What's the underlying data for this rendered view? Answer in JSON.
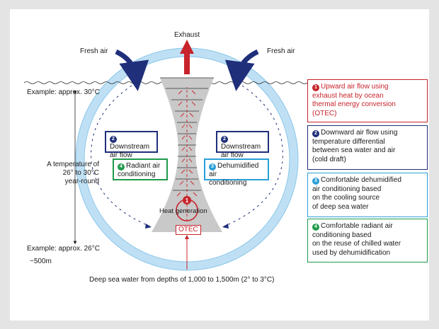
{
  "labels": {
    "exhaust": "Exhaust",
    "fresh_air_left": "Fresh air",
    "fresh_air_right": "Fresh air",
    "surface_temp": "Example: approx. 30°C",
    "temp_range": [
      "A temperature of",
      "26° to 30°C",
      "year-round"
    ],
    "bottom_temp": "Example: approx. 26°C",
    "depth": "−500m",
    "heat_generation": "Heat generation",
    "otec": "OTEC",
    "deep_sea_water": "Deep sea water from depths of 1,000 to 1,500m (2° to 3°C)"
  },
  "inner_boxes": {
    "downstream_left": {
      "num": "2",
      "lines": [
        "Downstream",
        "air flow"
      ]
    },
    "downstream_right": {
      "num": "2",
      "lines": [
        "Downstream",
        "air flow"
      ]
    },
    "radiant": {
      "num": "4",
      "lines": [
        "Radiant air",
        "conditioning"
      ]
    },
    "dehumidified": {
      "num": "3",
      "lines": [
        "Dehumidified air",
        "conditioning"
      ]
    }
  },
  "legend": [
    {
      "num": "1",
      "lines": [
        "Upward air flow using",
        "exhaust heat by ocean",
        "thermal energy conversion",
        "(OTEC)"
      ]
    },
    {
      "num": "2",
      "lines": [
        "Downward air flow using",
        "temperature differential",
        "between sea water and air",
        "(cold draft)"
      ]
    },
    {
      "num": "3",
      "lines": [
        "Comfortable dehumidified",
        "air conditioning based",
        "on the cooling source",
        "of deep sea water"
      ]
    },
    {
      "num": "4",
      "lines": [
        "Comfortable radiant air",
        "conditioning based",
        "on the reuse of chilled water",
        "used by dehumidification"
      ]
    }
  ],
  "colors": {
    "red": "#c8242b",
    "navy": "#1f2f7a",
    "cyan": "#2a9fd6",
    "green": "#1e9a4a",
    "ring": "#bfe0f4",
    "ring_edge": "#8ac6ea",
    "shaft": "#c9c9c9"
  }
}
